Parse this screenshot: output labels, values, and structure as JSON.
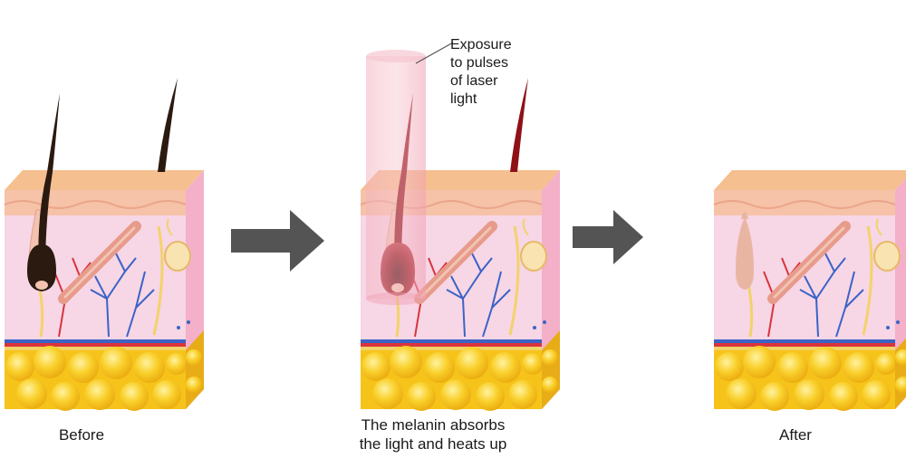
{
  "diagram": {
    "panels": [
      {
        "caption": "Before"
      },
      {
        "caption_lines": [
          "The melanin absorbs",
          "the light and heats up"
        ]
      },
      {
        "caption": "After"
      }
    ],
    "laser_callout_lines": [
      "Exposure",
      "to pulses",
      "of laser",
      "light"
    ],
    "colors": {
      "skin_top": "#f7c79a",
      "skin_side": "#f3a877",
      "dermis": "#f7d6e6",
      "fat": "#f6c31a",
      "hair_dark": "#2b1a10",
      "hair_heated": "#8f1117",
      "hair_after": "#e9b5a3",
      "laser_beam": "#f3a9b8",
      "arrow": "#545454",
      "artery": "#d9343c",
      "vein": "#3b63c6"
    }
  }
}
